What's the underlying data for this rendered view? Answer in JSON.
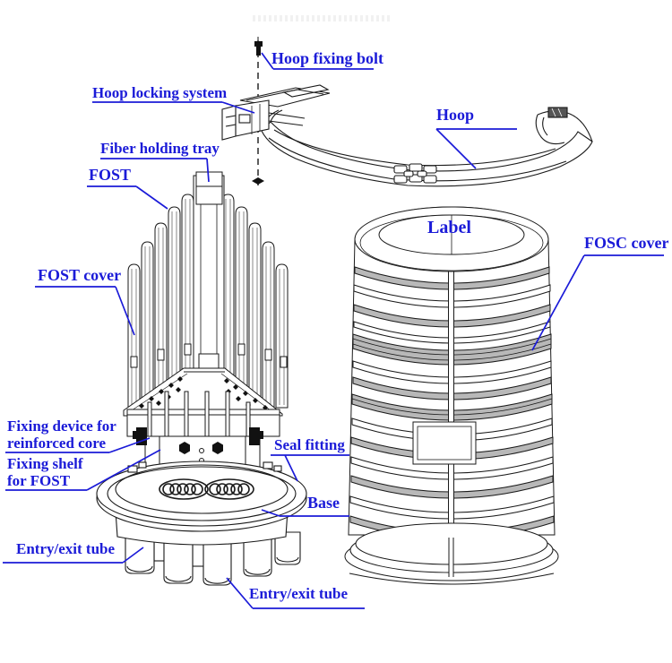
{
  "colors": {
    "annotation": "#1b1bd8",
    "line": "#1a1a1a",
    "rib_gray": "#b8b8b8"
  },
  "labels": {
    "hoop_fixing_bolt": "Hoop fixing bolt",
    "hoop_locking_system": "Hoop locking system",
    "fiber_holding_tray": "Fiber holding tray",
    "fost": "FOST",
    "fost_cover": "FOST cover",
    "fixing_device_line1": "Fixing device for",
    "fixing_device_line2": "reinforced core",
    "fixing_shelf_line1": "Fixing shelf",
    "fixing_shelf_line2": "for FOST",
    "entry_exit_tube_left": "Entry/exit tube",
    "seal_fitting": "Seal fitting",
    "base": "Base",
    "entry_exit_tube_bottom": "Entry/exit tube",
    "hoop": "Hoop",
    "dome_label": "Label",
    "fosc_cover": "FOSC cover"
  }
}
